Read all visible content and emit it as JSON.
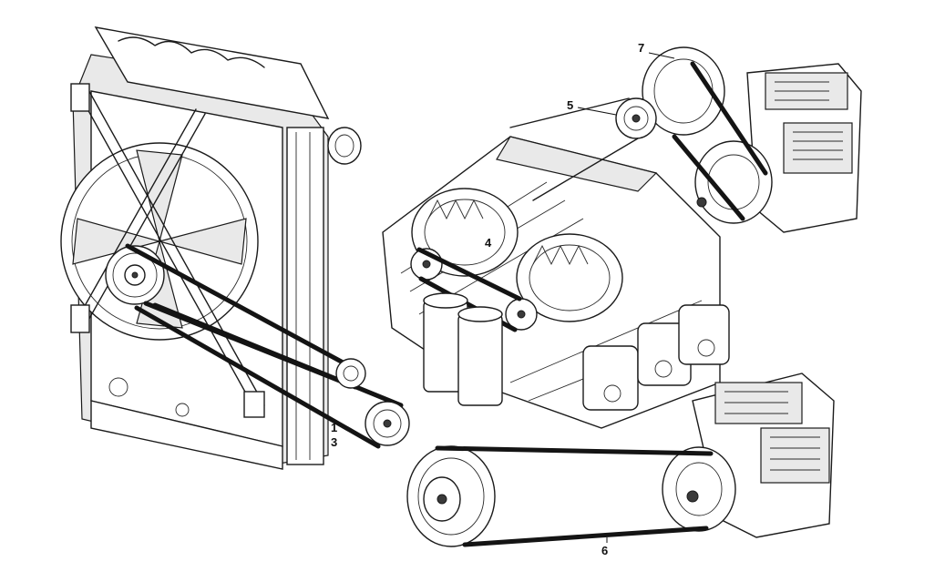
{
  "callouts": {
    "c1": "1",
    "c3": "3",
    "c4": "4",
    "c5": "5",
    "c6": "6",
    "c7": "7"
  },
  "colors": {
    "ink": "#1b1b1b",
    "paper": "#ffffff",
    "shade": "#e9e9e9"
  }
}
